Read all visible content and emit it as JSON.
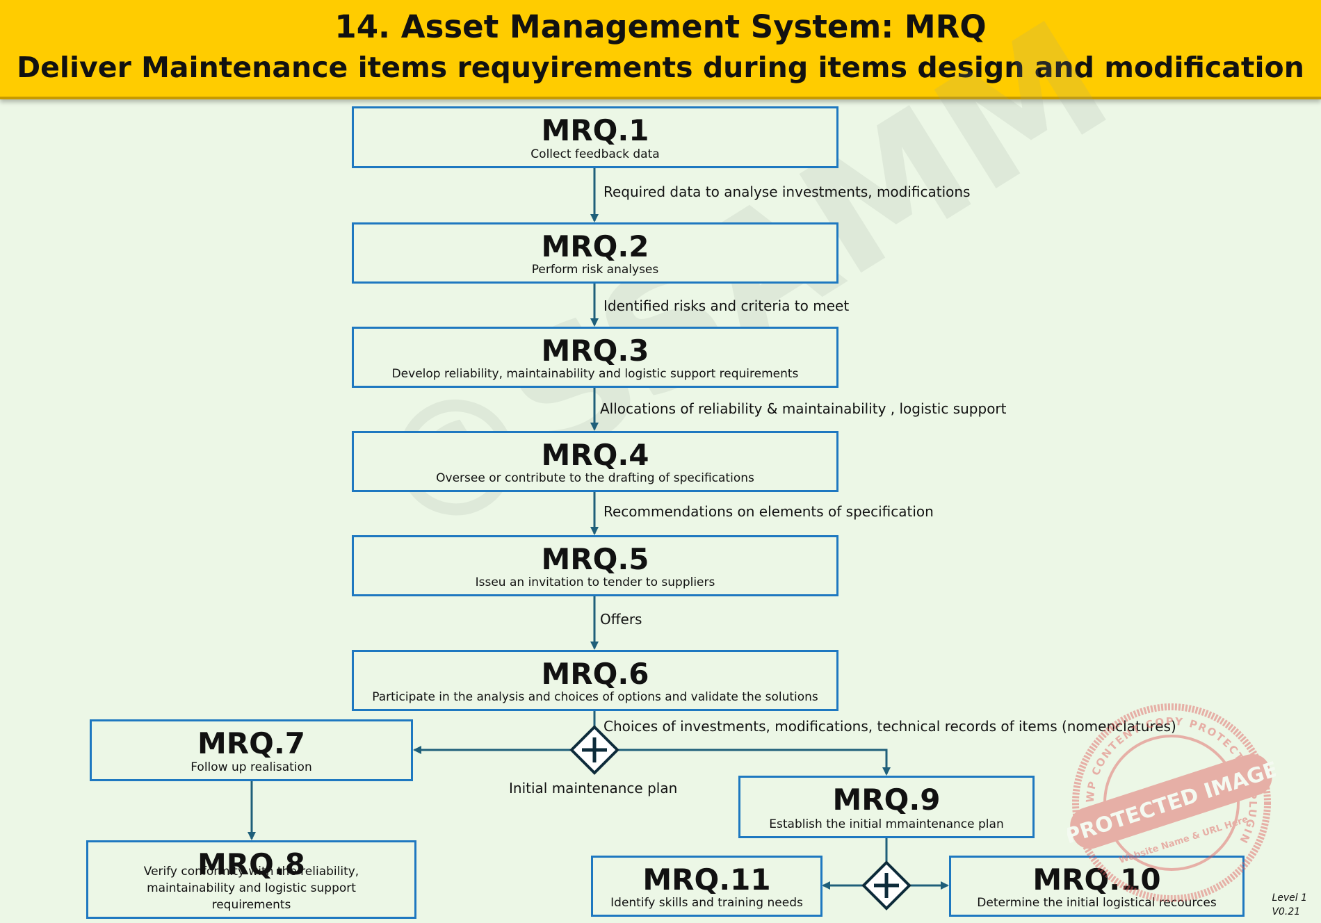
{
  "header": {
    "title": "14. Asset Management System: MRQ",
    "subtitle": "Deliver Maintenance items requyirements during items design and modification"
  },
  "watermark": "©SSAMM",
  "boxes": {
    "mrq1": {
      "id": "MRQ.1",
      "desc": "Collect feedback data"
    },
    "mrq2": {
      "id": "MRQ.2",
      "desc": "Perform risk analyses"
    },
    "mrq3": {
      "id": "MRQ.3",
      "desc": "Develop reliability, maintainability and logistic support requirements"
    },
    "mrq4": {
      "id": "MRQ.4",
      "desc": "Oversee or contribute to the drafting of specifications"
    },
    "mrq5": {
      "id": "MRQ.5",
      "desc": "Isseu an invitation to tender to suppliers"
    },
    "mrq6": {
      "id": "MRQ.6",
      "desc": "Participate in the analysis and choices of options and validate the solutions"
    },
    "mrq7": {
      "id": "MRQ.7",
      "desc": "Follow up realisation"
    },
    "mrq8": {
      "id": "MRQ.8",
      "desc": "Verify conformity with the reliability, maintainability and logistic support requirements"
    },
    "mrq9": {
      "id": "MRQ.9",
      "desc": "Establish the initial mmaintenance plan"
    },
    "mrq10": {
      "id": "MRQ.10",
      "desc": "Determine the initial logistical recources"
    },
    "mrq11": {
      "id": "MRQ.11",
      "desc": "Identify skills and training needs"
    }
  },
  "flows": {
    "f1": "Required data to analyse investments, modifications",
    "f2": "Identified risks and criteria to meet",
    "f3": "Allocations of reliability & maintainability , logistic support",
    "f4": "Recommendations on elements of specification",
    "f5": "Offers",
    "f6": "Choices of investments, modifications, technical records of items (nomenclatures)",
    "f7": "Initial maintenance plan"
  },
  "stamp": {
    "main": "PROTECTED IMAGE",
    "ring": "WP CONTENT COPY PROTECTION PLUGIN",
    "small": "Website Name & URL Here"
  },
  "footer": {
    "level": "Level 1",
    "version": "V0.21"
  },
  "colors": {
    "banner": "#ffcc00",
    "box_border": "#1e78c0",
    "connector": "#1f5f7a",
    "background": "#ecf7e6"
  }
}
